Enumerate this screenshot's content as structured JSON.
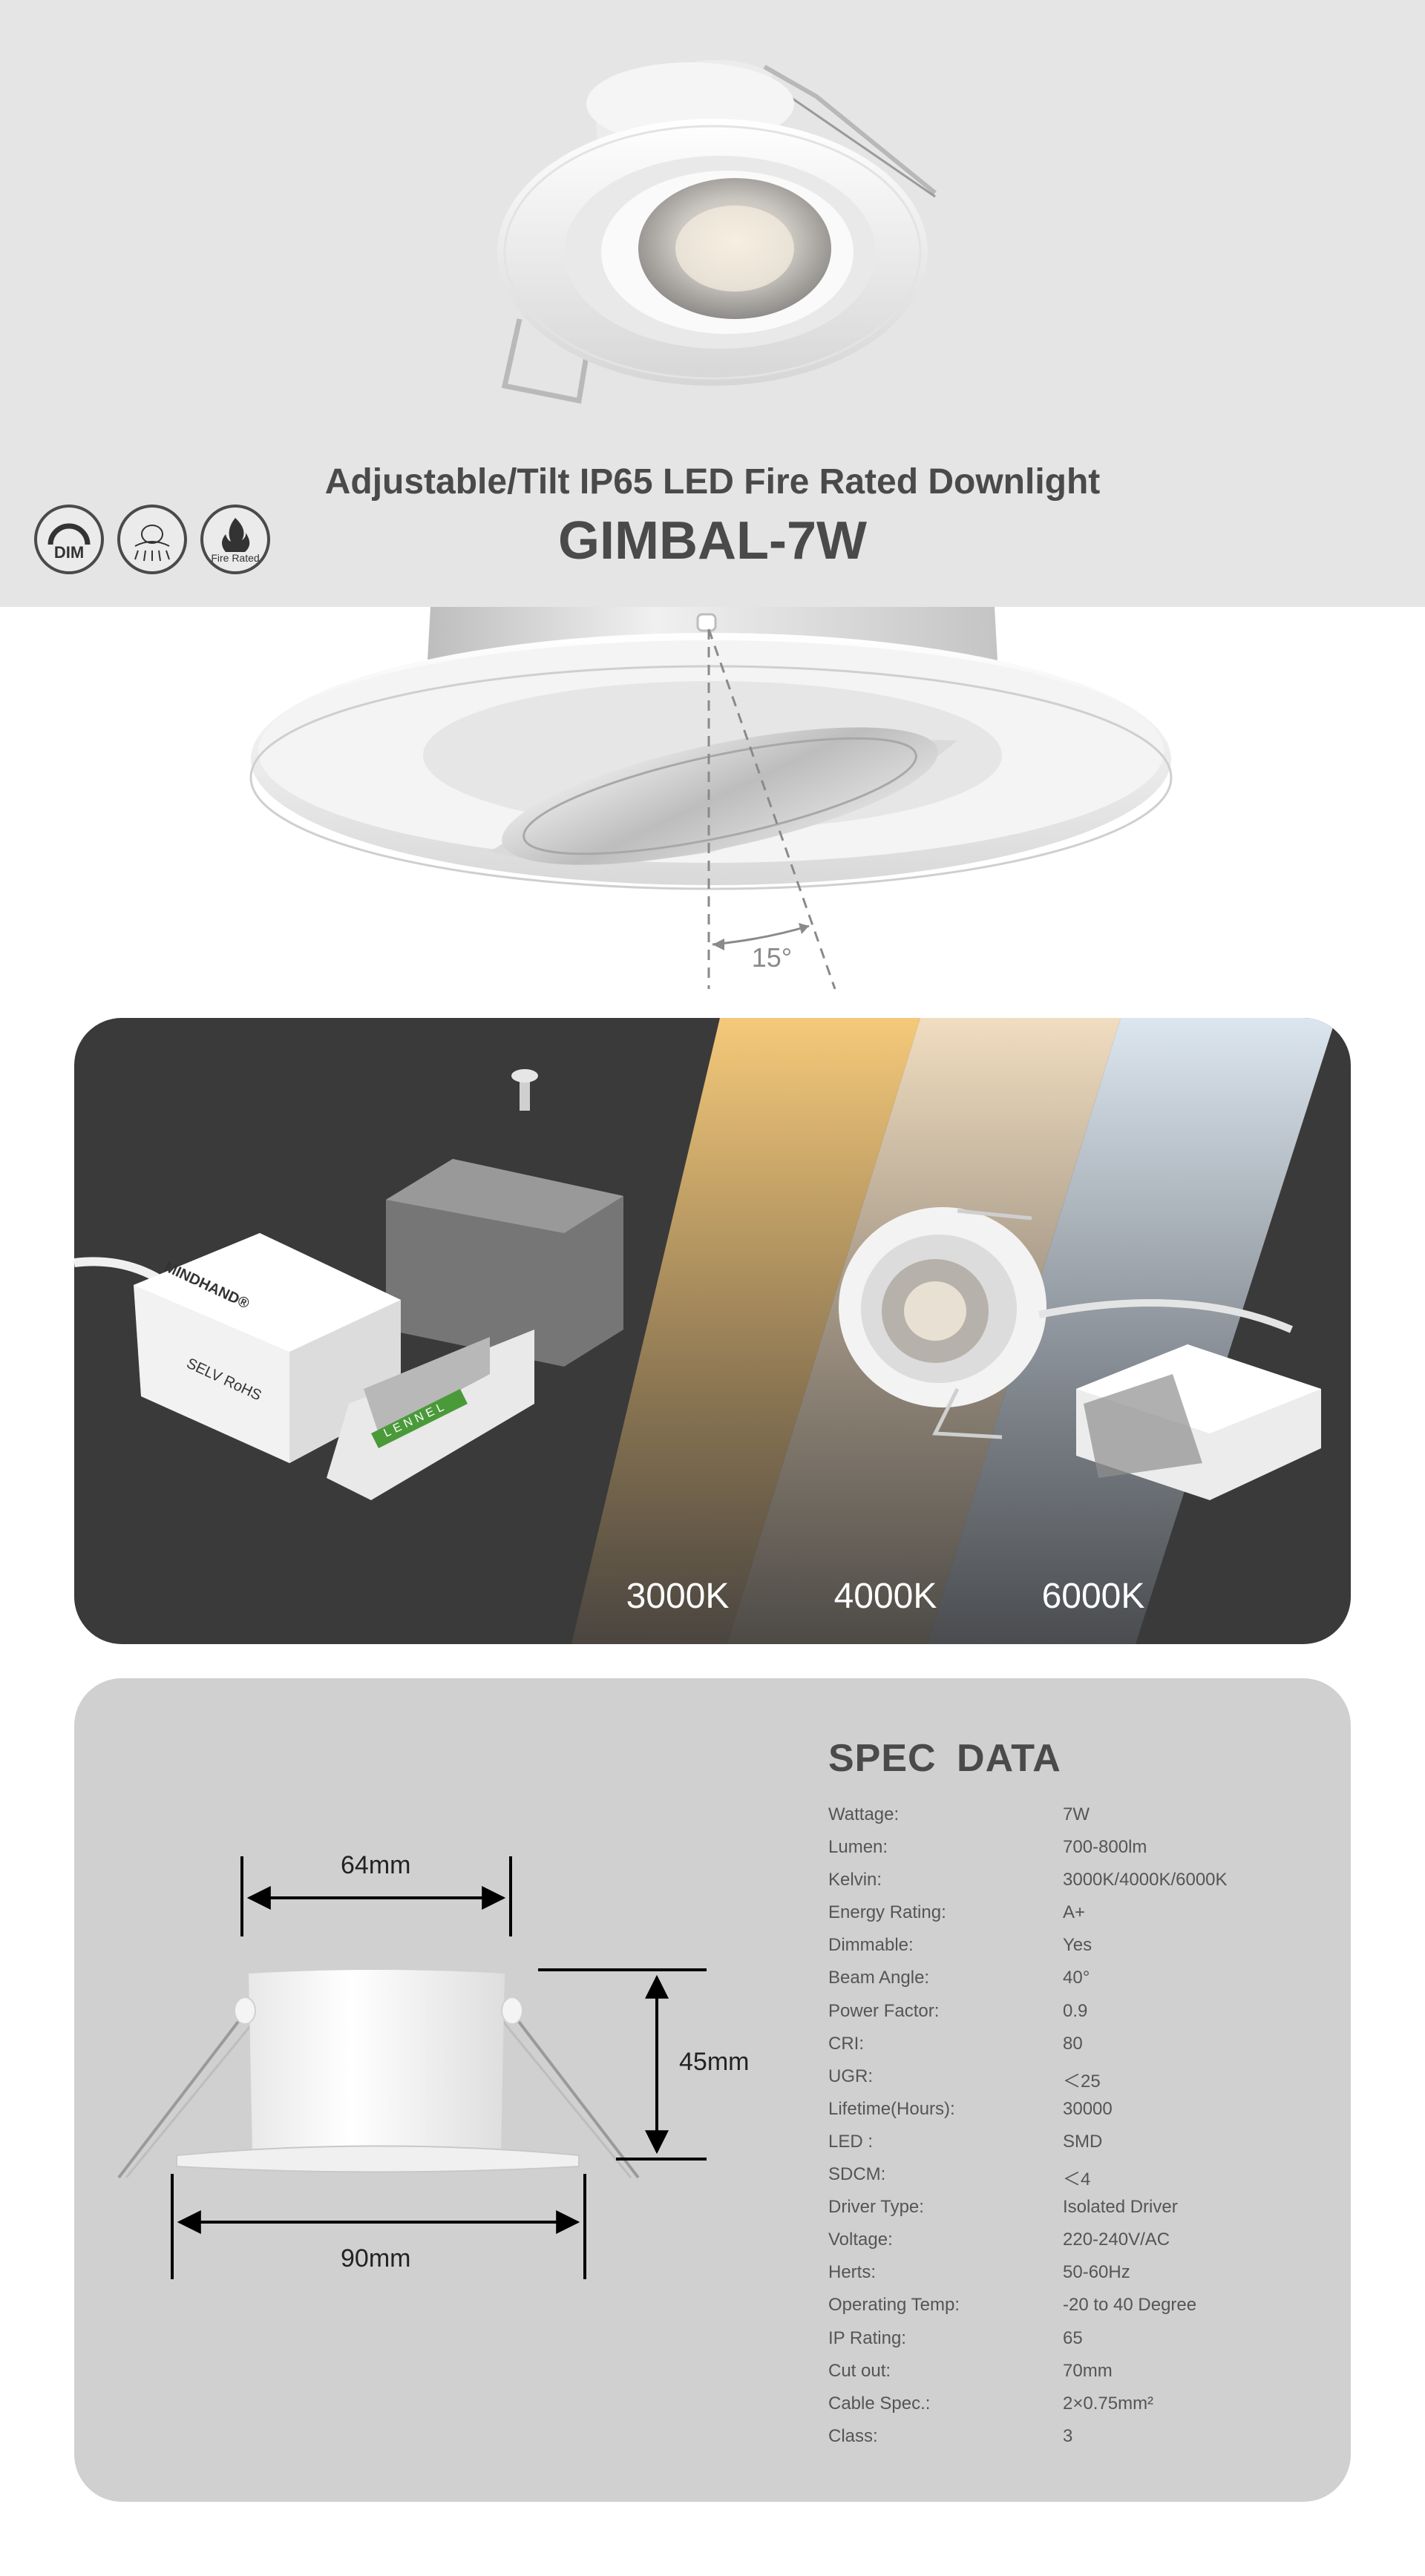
{
  "header": {
    "subtitle": "Adjustable/Tilt IP65 LED Fire Rated Downlight",
    "model": "GIMBAL-7W",
    "badges": [
      {
        "icon": "dimmable-icon",
        "label": "DIM"
      },
      {
        "icon": "insulation-cover-icon",
        "label": ""
      },
      {
        "icon": "fire-rated-icon",
        "label": "Fire Rated"
      }
    ]
  },
  "tilt": {
    "angle_label": "15°"
  },
  "driver": {
    "brand": "MINDHAND®",
    "terminal_brand": "LENNEL",
    "markings": "SELV RoHS"
  },
  "color_temps": [
    "3000K",
    "4000K",
    "6000K"
  ],
  "dimensions": {
    "cutout": "64mm",
    "height": "45mm",
    "diameter": "90mm"
  },
  "spec": {
    "title": "SPEC  DATA",
    "rows": [
      {
        "key": "Wattage:",
        "value": "7W"
      },
      {
        "key": "Lumen:",
        "value": "700-800lm"
      },
      {
        "key": "Kelvin:",
        "value": "3000K/4000K/6000K"
      },
      {
        "key": "Energy Rating:",
        "value": "A+"
      },
      {
        "key": "Dimmable:",
        "value": "Yes"
      },
      {
        "key": "Beam Angle:",
        "value": "40°"
      },
      {
        "key": "Power Factor:",
        "value": "0.9"
      },
      {
        "key": "CRI:",
        "value": "80"
      },
      {
        "key": "UGR:",
        "value": "＜25"
      },
      {
        "key": "Lifetime(Hours):",
        "value": "30000"
      },
      {
        "key": "LED :",
        "value": "SMD"
      },
      {
        "key": "SDCM:",
        "value": "＜4"
      },
      {
        "key": "Driver Type:",
        "value": "Isolated Driver"
      },
      {
        "key": "Voltage:",
        "value": "220-240V/AC"
      },
      {
        "key": "Herts:",
        "value": "50-60Hz"
      },
      {
        "key": "Operating Temp:",
        "value": "-20 to 40 Degree"
      },
      {
        "key": "IP Rating:",
        "value": "65"
      },
      {
        "key": "Cut out:",
        "value": "70mm"
      },
      {
        "key": "Cable Spec.:",
        "value": "2×0.75mm²"
      },
      {
        "key": "Class:",
        "value": "3"
      }
    ]
  }
}
